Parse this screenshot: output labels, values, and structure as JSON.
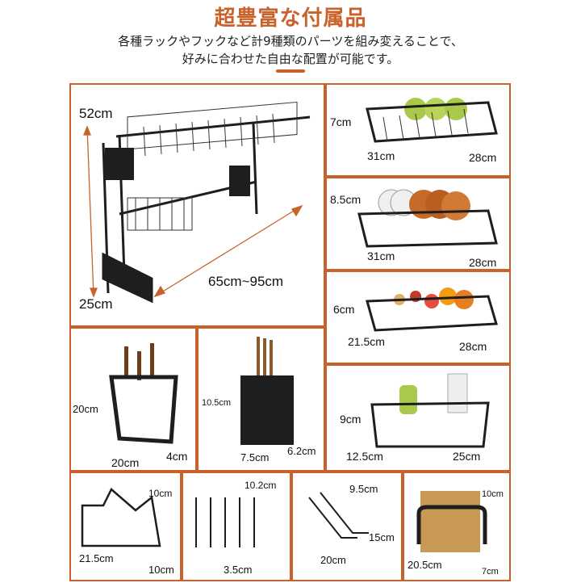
{
  "header": {
    "title": "超豊富な付属品",
    "subtitle_line1": "各種ラックやフックなど計9種類のパーツを組み変えることで、",
    "subtitle_line2": "好みに合わせた自由な配置が可能です。"
  },
  "colors": {
    "accent": "#c8622a",
    "rack": "#1e1e1e",
    "text": "#111111"
  },
  "panels": {
    "main_rack": {
      "height": "52cm",
      "depth": "25cm",
      "width": "65cm~95cm"
    },
    "plate_rack_small": {
      "height": "7cm",
      "length": "31cm",
      "width": "28cm"
    },
    "plate_rack_large": {
      "height": "8.5cm",
      "length": "31cm",
      "width": "28cm"
    },
    "food_basket": {
      "height": "6cm",
      "length": "21.5cm",
      "width": "28cm"
    },
    "knife_holder": {
      "height": "20cm",
      "width": "20cm",
      "depth": "4cm"
    },
    "utensil_holder": {
      "height": "10.5cm",
      "width": "7.5cm",
      "depth": "6.2cm"
    },
    "bottle_basket": {
      "height": "9cm",
      "depth": "12.5cm",
      "width": "25cm"
    },
    "lid_holder": {
      "height": "10cm",
      "width": "21.5cm",
      "depth": "10cm"
    },
    "s_hooks": {
      "height": "10.2cm",
      "width": "3.5cm"
    },
    "cup_holder": {
      "height": "15cm",
      "width": "20cm",
      "top": "9.5cm"
    },
    "board_holder": {
      "height": "10cm",
      "width": "20.5cm",
      "depth": "7cm"
    }
  }
}
